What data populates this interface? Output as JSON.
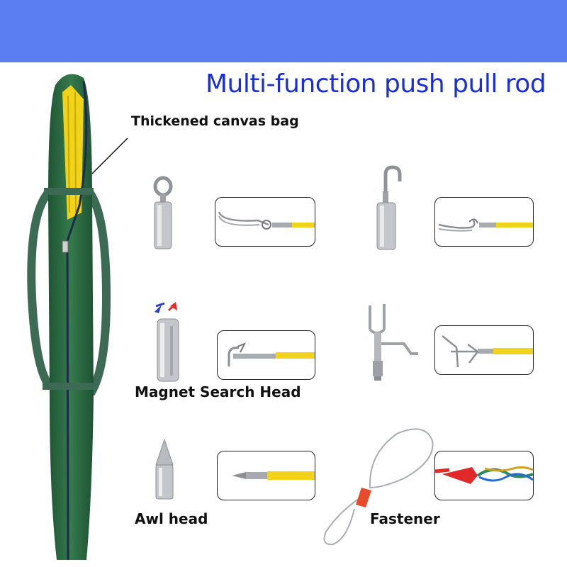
{
  "title": "Multi-function push pull rod",
  "labels": {
    "bag": "Thickened canvas bag",
    "magnet": "Magnet Search Head",
    "awl": "Awl head",
    "fastener": "Fastener"
  },
  "colors": {
    "banner": "#5b7ef2",
    "title": "#1b2fd6",
    "bag_green": "#2f6b44",
    "rod_yellow": "#f1d41a",
    "steel": "#b9bcc0"
  },
  "icons": [
    "eye-hook-icon",
    "open-hook-icon",
    "magnet-head-icon",
    "fork-head-icon",
    "awl-head-icon",
    "fastener-wire-icon"
  ]
}
